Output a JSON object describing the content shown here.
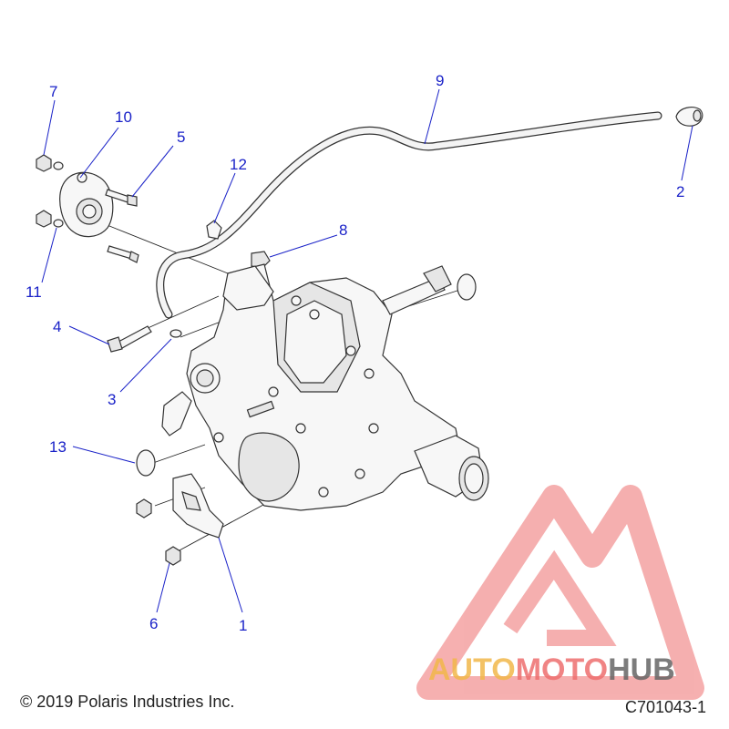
{
  "diagram": {
    "callouts": [
      {
        "id": "1",
        "label": "1"
      },
      {
        "id": "2",
        "label": "2"
      },
      {
        "id": "3",
        "label": "3"
      },
      {
        "id": "4",
        "label": "4"
      },
      {
        "id": "5",
        "label": "5"
      },
      {
        "id": "6",
        "label": "6"
      },
      {
        "id": "7",
        "label": "7"
      },
      {
        "id": "8",
        "label": "8"
      },
      {
        "id": "9",
        "label": "9"
      },
      {
        "id": "10",
        "label": "10"
      },
      {
        "id": "11",
        "label": "11"
      },
      {
        "id": "12",
        "label": "12"
      },
      {
        "id": "13",
        "label": "13"
      }
    ],
    "callout_color": "#1a22c8"
  },
  "footer": {
    "copyright": "© 2019 Polaris Industries Inc.",
    "drawing_number": "C701043-1"
  },
  "watermark": {
    "part1": "AUTO",
    "part2": "MOTO",
    "part3": "HUB",
    "colors": {
      "auto": "#f2b84b",
      "moto": "#ee6f6f",
      "hub": "#666666",
      "logo": "#ee6f6f"
    }
  }
}
